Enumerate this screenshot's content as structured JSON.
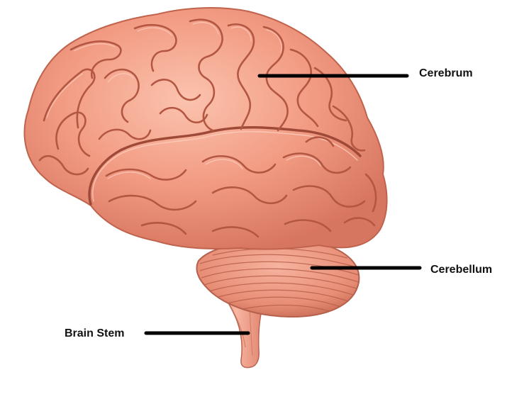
{
  "labels": {
    "cerebrum": "Cerebrum",
    "cerebellum": "Cerebellum",
    "brain_stem": "Brain Stem"
  },
  "colors": {
    "brain_base": "#f29a82",
    "brain_highlight": "#fbc6b2",
    "brain_shadow": "#c2604a",
    "sulcus": "#b85a46",
    "cerebellum_base": "#eb907a",
    "stem_base": "#f09c86",
    "leader_line": "#000000",
    "text": "#111111"
  }
}
